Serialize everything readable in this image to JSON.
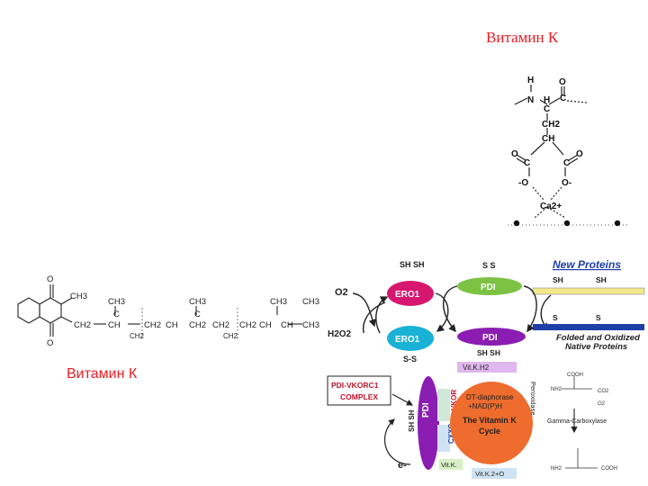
{
  "slide": {
    "title": "Витамин К",
    "caption": "Витамин К"
  },
  "colors": {
    "title_red": "#ed1c24",
    "ero1_magenta": "#d6166f",
    "ero1_cyan": "#19b2d6",
    "pdi_green": "#7dc243",
    "pdi_purple": "#8b1db3",
    "cycle_orange": "#ee6c2e",
    "new_protein_bar": "#f4e88a",
    "native_protein_bar": "#1f3ea8"
  },
  "glutamate": {
    "h": "H",
    "n": "N",
    "h2": "H",
    "c_alpha": "C",
    "c_carbonyl": "C",
    "o_top": "O",
    "ch2": "CH2",
    "ch": "CH",
    "c_left": "C",
    "c_right": "C",
    "o_left": "O",
    "o_right": "O",
    "o_minus_left": "-O",
    "o_minus_right": "O-",
    "ca": "Ca2+"
  },
  "menaquinone": {
    "o_top": "O",
    "o_bottom": "O",
    "ch3_ring": "CH3",
    "ch3_a": "CH3",
    "ch3_b": "CH3",
    "ch3_c": "CH3",
    "ch_a": "CH",
    "ch_b": "CH",
    "ch_c": "CH",
    "ch_d": "CH",
    "c_a": "C",
    "c_b": "C",
    "chain_1": "CH2",
    "chain_2": "CH2",
    "chain_3": "CH2",
    "chain_4": "CH2",
    "chain_5": "CH2",
    "chain_6": "CH2",
    "chain_7": "CH2",
    "chain_8": "CH3",
    "chain_9": "CH3"
  },
  "diagram": {
    "sh_sh_top": "SH SH",
    "s_s_top": "S  S",
    "new_proteins": "New Proteins",
    "sh_left": "SH",
    "sh_right": "SH",
    "s_left": "S",
    "s_right": "S",
    "o2": "O2",
    "h2o2": "H2O2",
    "ero1_top": "ERO1",
    "ero1_bottom": "ERO1",
    "pdi_top": "PDI",
    "pdi_bottom": "PDI",
    "s_s_bottom": "S-S",
    "sh_sh_bottom": "SH  SH",
    "folded_1": "Folded and Oxidized",
    "folded_2": "Native Proteins",
    "complex_1": "PDI-VKORC1",
    "complex_2": "COMPLEX",
    "pdi_vertical": "PDI",
    "sh_sh_vertical": "SH SH",
    "vkor": "VKOR",
    "cxxc": "CXXC",
    "vit_kh2": "Vit.K.H2",
    "dt_1": "DT-diaphorase",
    "dt_2": "+NAD(P)H",
    "cycle_1": "The Vitamin K",
    "cycle_2": "Cycle",
    "peroxidase": "Peroxidase",
    "e_minus": "e-",
    "vit_k": "Vit.K.",
    "vit_k2o": "Vit.K.2+O",
    "gamma": "Gamma-Carboxylase",
    "cooh_top": "COOH",
    "cooh_bottom": "COOH",
    "nh2_top": "NH2",
    "nh2_bottom": "NH2",
    "co2": "CO2",
    "o2_small": "O2"
  }
}
